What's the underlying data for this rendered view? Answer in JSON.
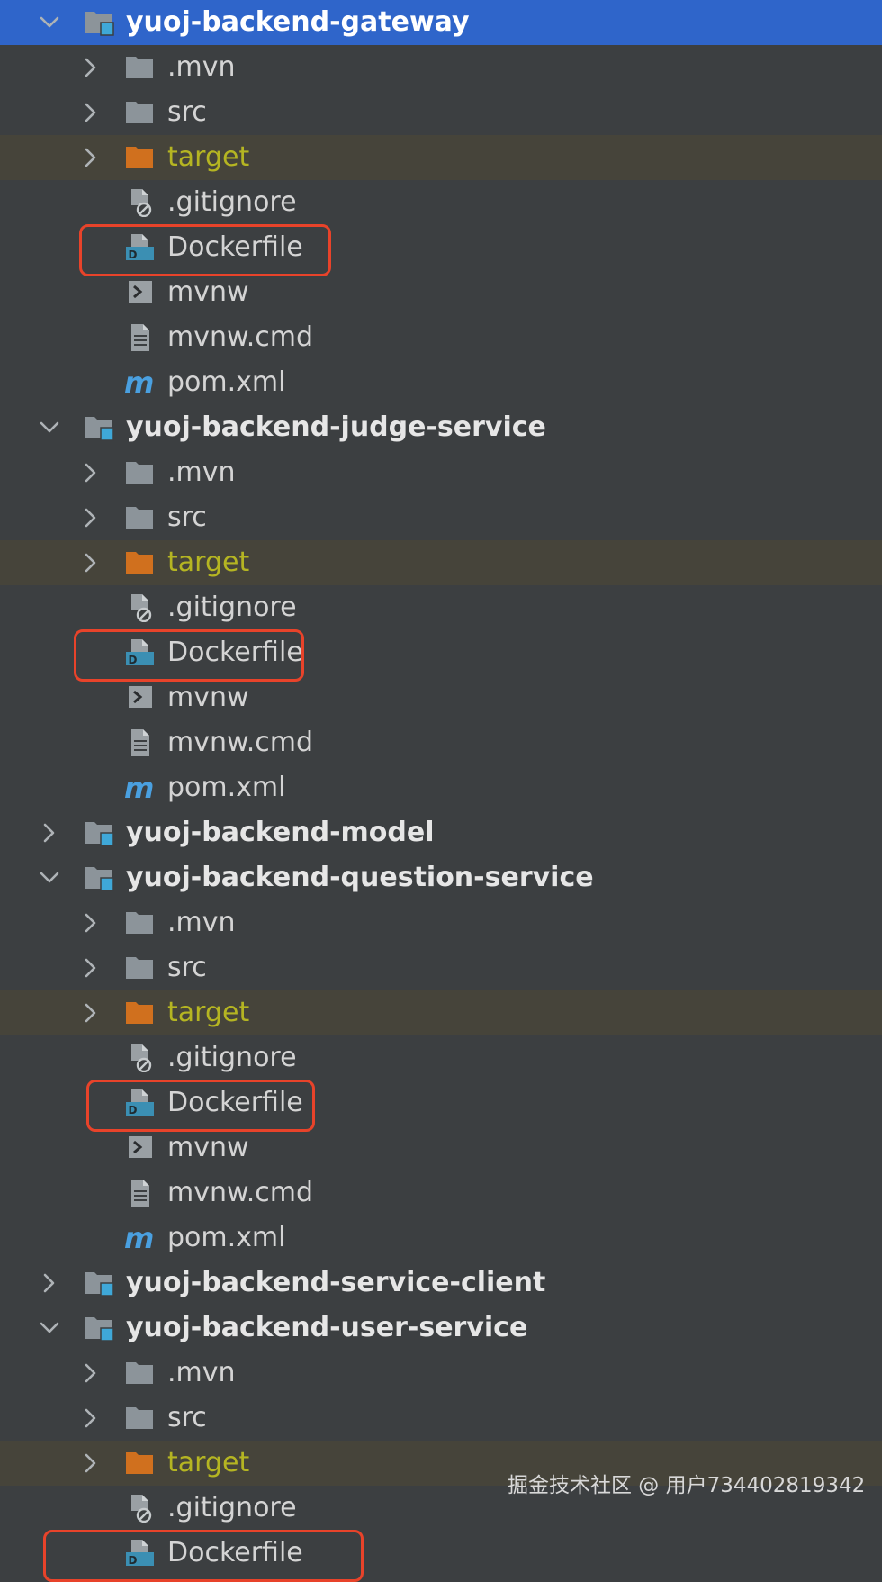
{
  "tree": [
    {
      "label": "yuoj-backend-gateway",
      "kind": "module",
      "depth": 0,
      "expanded": true,
      "selected": true
    },
    {
      "label": ".mvn",
      "kind": "folder",
      "depth": 1,
      "expanded": false
    },
    {
      "label": "src",
      "kind": "folder",
      "depth": 1,
      "expanded": false
    },
    {
      "label": "target",
      "kind": "folder-excluded",
      "depth": 1,
      "expanded": false
    },
    {
      "label": ".gitignore",
      "kind": "gitignore",
      "depth": 1
    },
    {
      "label": "Dockerfile",
      "kind": "docker",
      "depth": 1,
      "highlighted": true
    },
    {
      "label": "mvnw",
      "kind": "exec",
      "depth": 1
    },
    {
      "label": "mvnw.cmd",
      "kind": "text",
      "depth": 1
    },
    {
      "label": "pom.xml",
      "kind": "maven",
      "depth": 1
    },
    {
      "label": "yuoj-backend-judge-service",
      "kind": "module",
      "depth": 0,
      "expanded": true
    },
    {
      "label": ".mvn",
      "kind": "folder",
      "depth": 1,
      "expanded": false
    },
    {
      "label": "src",
      "kind": "folder",
      "depth": 1,
      "expanded": false
    },
    {
      "label": "target",
      "kind": "folder-excluded",
      "depth": 1,
      "expanded": false
    },
    {
      "label": ".gitignore",
      "kind": "gitignore",
      "depth": 1
    },
    {
      "label": "Dockerfile",
      "kind": "docker",
      "depth": 1,
      "highlighted": true
    },
    {
      "label": "mvnw",
      "kind": "exec",
      "depth": 1
    },
    {
      "label": "mvnw.cmd",
      "kind": "text",
      "depth": 1
    },
    {
      "label": "pom.xml",
      "kind": "maven",
      "depth": 1
    },
    {
      "label": "yuoj-backend-model",
      "kind": "module",
      "depth": 0,
      "expanded": false
    },
    {
      "label": "yuoj-backend-question-service",
      "kind": "module",
      "depth": 0,
      "expanded": true
    },
    {
      "label": ".mvn",
      "kind": "folder",
      "depth": 1,
      "expanded": false
    },
    {
      "label": "src",
      "kind": "folder",
      "depth": 1,
      "expanded": false
    },
    {
      "label": "target",
      "kind": "folder-excluded",
      "depth": 1,
      "expanded": false
    },
    {
      "label": ".gitignore",
      "kind": "gitignore",
      "depth": 1
    },
    {
      "label": "Dockerfile",
      "kind": "docker",
      "depth": 1,
      "highlighted": true
    },
    {
      "label": "mvnw",
      "kind": "exec",
      "depth": 1
    },
    {
      "label": "mvnw.cmd",
      "kind": "text",
      "depth": 1
    },
    {
      "label": "pom.xml",
      "kind": "maven",
      "depth": 1
    },
    {
      "label": "yuoj-backend-service-client",
      "kind": "module",
      "depth": 0,
      "expanded": false
    },
    {
      "label": "yuoj-backend-user-service",
      "kind": "module",
      "depth": 0,
      "expanded": true
    },
    {
      "label": ".mvn",
      "kind": "folder",
      "depth": 1,
      "expanded": false
    },
    {
      "label": "src",
      "kind": "folder",
      "depth": 1,
      "expanded": false
    },
    {
      "label": "target",
      "kind": "folder-excluded",
      "depth": 1,
      "expanded": false
    },
    {
      "label": ".gitignore",
      "kind": "gitignore",
      "depth": 1
    },
    {
      "label": "Dockerfile",
      "kind": "docker",
      "depth": 1,
      "highlighted": true
    }
  ],
  "watermark": "掘金技术社区 @ 用户734402819342",
  "colors": {
    "background": "#3c3f41",
    "selection": "#2f65ca",
    "excluded_row": "#46443a",
    "excluded_text": "#b5b522",
    "highlight_box": "#e8432a",
    "folder_icon": "#8c949a",
    "excluded_folder_icon": "#d0701e",
    "module_marker": "#3fa8d8",
    "docker_icon": "#3b8fb3",
    "maven_icon": "#4aa0e0"
  }
}
